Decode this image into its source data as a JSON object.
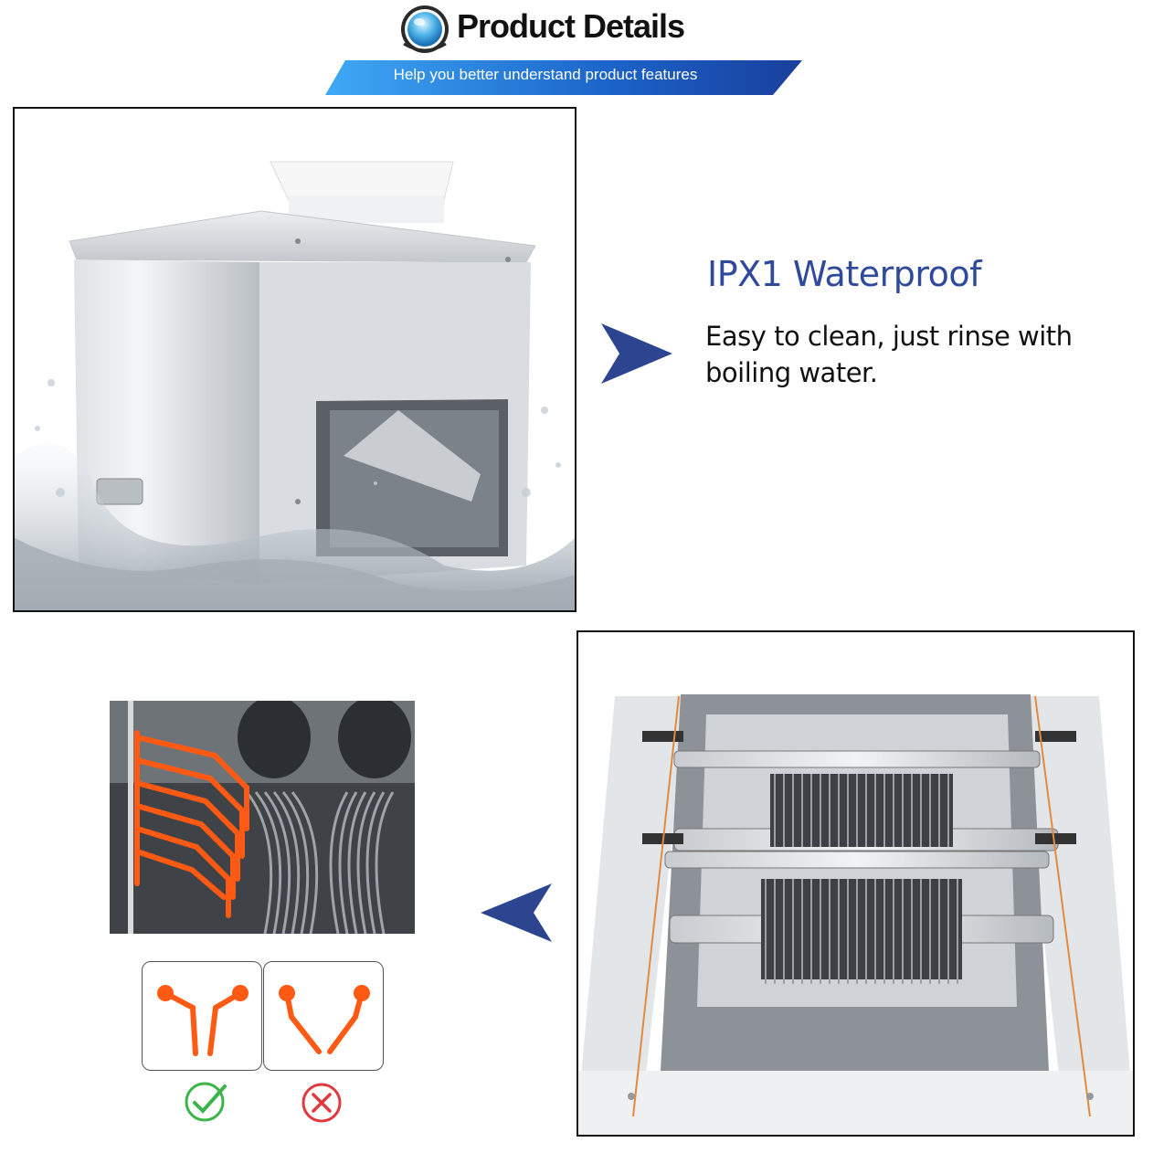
{
  "header": {
    "title": "Product Details",
    "subtitle": "Help you better understand product features"
  },
  "feature": {
    "heading": "IPX1 Waterproof",
    "description": "Easy to clean, just rinse with boiling water."
  },
  "colors": {
    "accent_blue": "#2f4a9b",
    "banner_blue": "#1b63c9",
    "highlight_orange": "#ff5a14",
    "check_green": "#3bb54a",
    "cross_red": "#e0393e"
  },
  "icons": {
    "header_badge": "water-drop-badge-icon",
    "arrow_right": "arrow-right-icon",
    "arrow_left": "arrow-left-icon",
    "correct": "check-circle-icon",
    "incorrect": "cross-circle-icon"
  }
}
